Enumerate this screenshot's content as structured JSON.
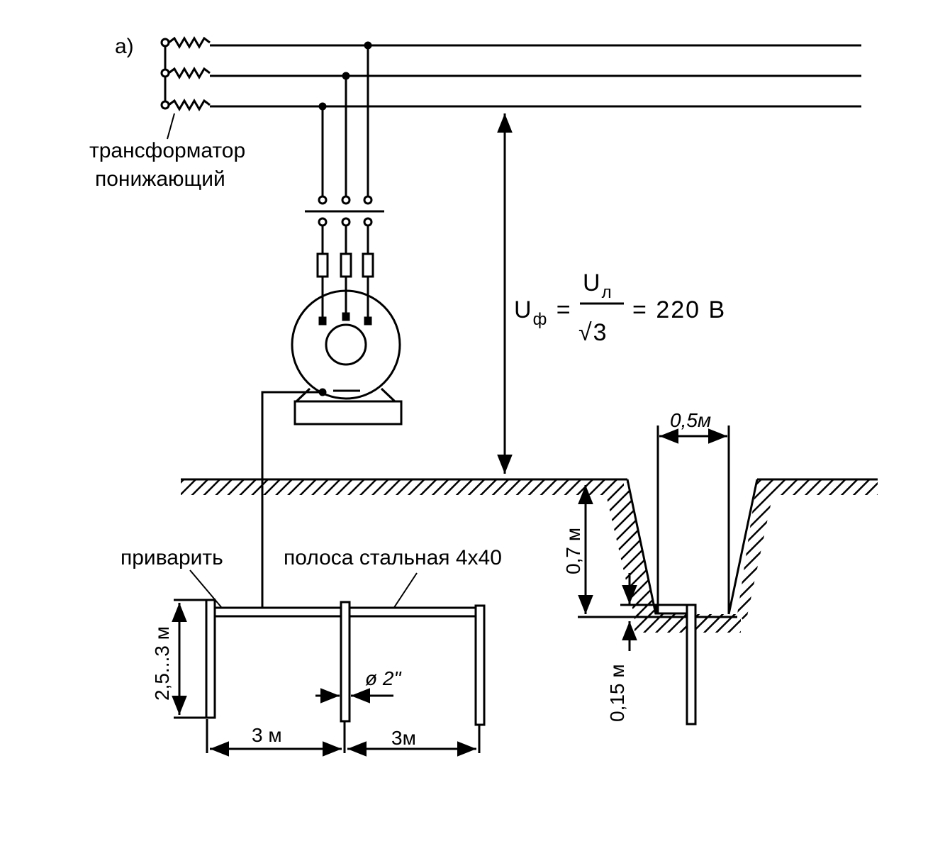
{
  "figure_label": "а)",
  "transformer": {
    "line1": "трансформатор",
    "line2": "понижающий"
  },
  "formula": {
    "lhs_symbol": "U",
    "lhs_sub": "ф",
    "eq": "=",
    "num_symbol": "U",
    "num_sub": "л",
    "den_root": "√",
    "den_val": "3",
    "result_eq": "=",
    "result": "220  В"
  },
  "ground_electrode": {
    "weld_label": "приварить",
    "strip_label": "полоса стальная 4х40",
    "rod_length": "2,5...3 м",
    "rod_diameter": "ø 2\"",
    "spacing_1": "3 м",
    "spacing_2": "3м"
  },
  "trench": {
    "width": "0,5м",
    "depth": "0,7 м",
    "offset": "0,15 м"
  }
}
